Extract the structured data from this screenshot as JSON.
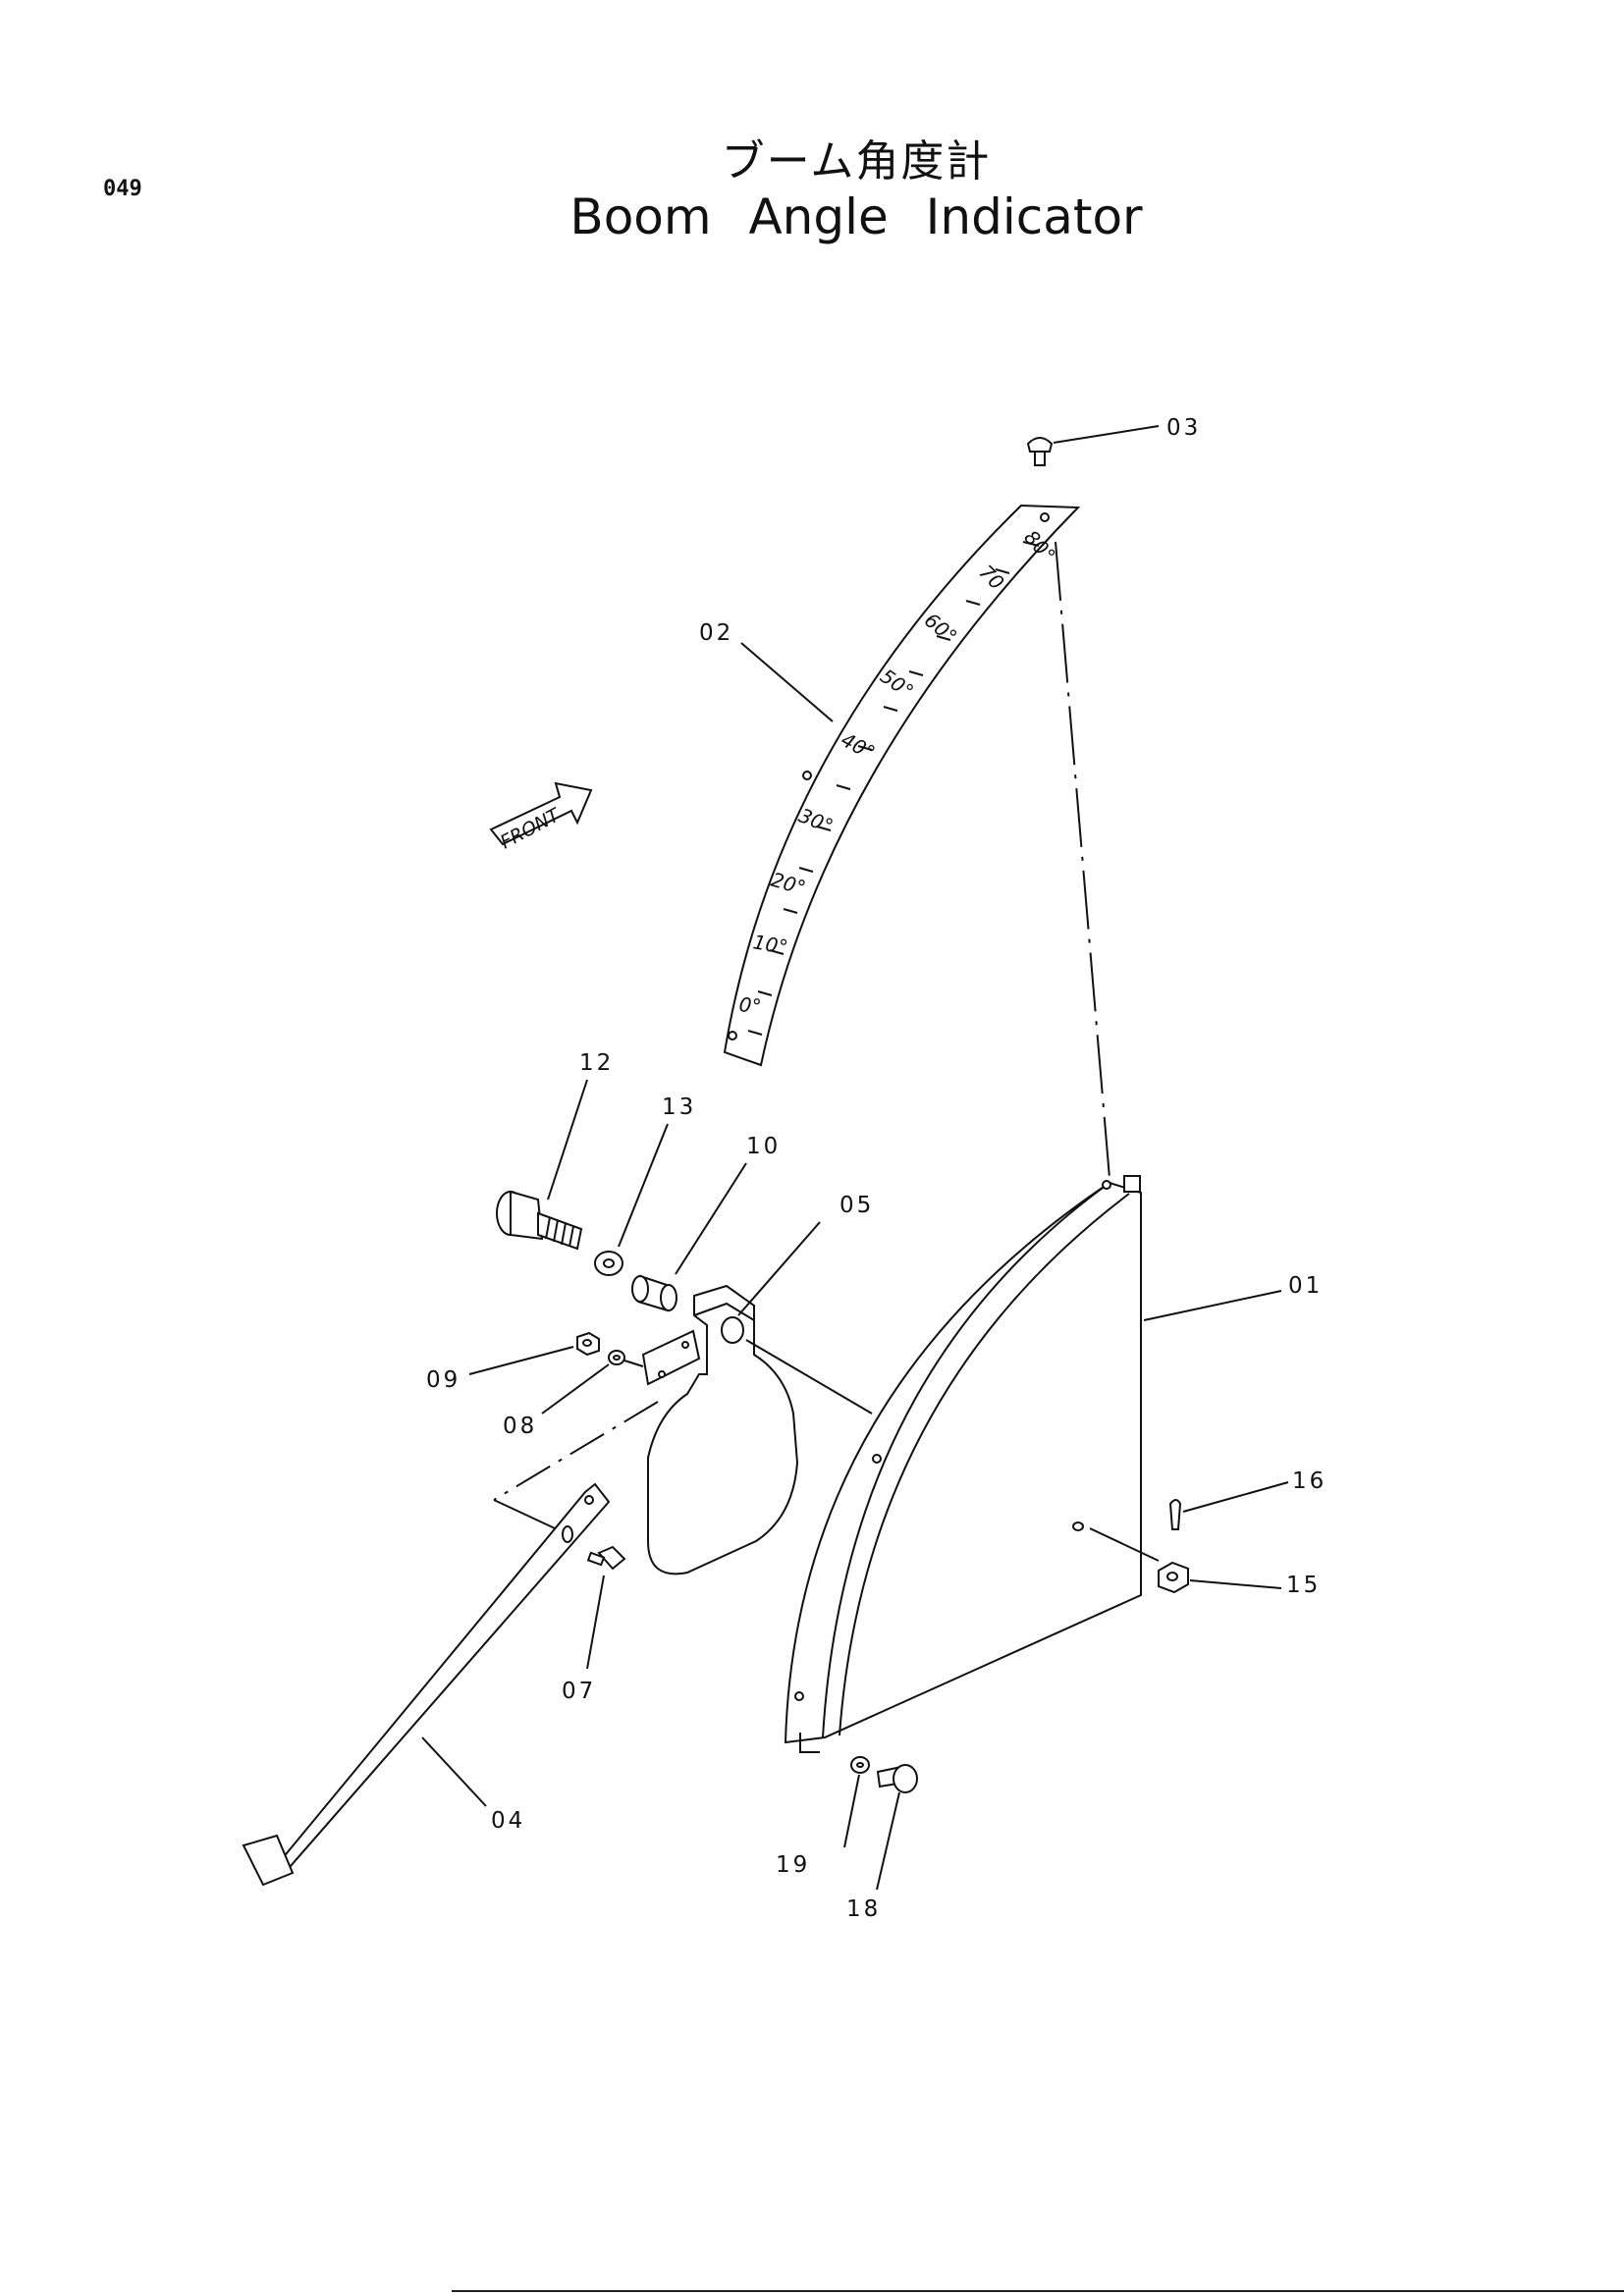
{
  "page": {
    "number": "049"
  },
  "title": {
    "jp": "ブーム角度計",
    "en": "Boom Angle Indicator"
  },
  "front_label": "FRONT",
  "scale_labels": [
    "80°",
    "70",
    "60°",
    "50°",
    "40°",
    "30°",
    "20°",
    "10°",
    "0°"
  ],
  "callouts": [
    "03",
    "02",
    "12",
    "13",
    "10",
    "05",
    "01",
    "09",
    "08",
    "16",
    "15",
    "07",
    "04",
    "19",
    "18"
  ]
}
